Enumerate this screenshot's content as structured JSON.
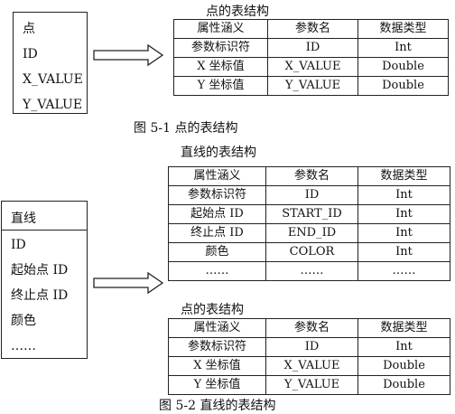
{
  "fig1": {
    "entity": {
      "items": [
        "点",
        "ID",
        "X_VALUE",
        "Y_VALUE"
      ]
    },
    "table": {
      "title": "点的表结构",
      "headers": [
        "属性涵义",
        "参数名",
        "数据类型"
      ],
      "rows": [
        [
          "参数标识符",
          "ID",
          "Int"
        ],
        [
          "X 坐标值",
          "X_VALUE",
          "Double"
        ],
        [
          "Y 坐标值",
          "Y_VALUE",
          "Double"
        ]
      ]
    },
    "caption": "图 5-1  点的表结构"
  },
  "fig2": {
    "entity": {
      "title": "直线",
      "items": [
        "ID",
        "起始点 ID",
        "终止点 ID",
        "颜色",
        "……"
      ]
    },
    "line_table": {
      "title": "直线的表结构",
      "headers": [
        "属性涵义",
        "参数名",
        "数据类型"
      ],
      "rows": [
        [
          "参数标识符",
          "ID",
          "Int"
        ],
        [
          "起始点 ID",
          "START_ID",
          "Int"
        ],
        [
          "终止点 ID",
          "END_ID",
          "Int"
        ],
        [
          "颜色",
          "COLOR",
          "Int"
        ],
        [
          "……",
          "……",
          "……"
        ]
      ]
    },
    "point_table": {
      "title": "点的表结构",
      "headers": [
        "属性涵义",
        "参数名",
        "数据类型"
      ],
      "rows": [
        [
          "参数标识符",
          "ID",
          "Int"
        ],
        [
          "X 坐标值",
          "X_VALUE",
          "Double"
        ],
        [
          "Y 坐标值",
          "Y_VALUE",
          "Double"
        ]
      ]
    },
    "caption": "图 5-2  直线的表结构"
  }
}
